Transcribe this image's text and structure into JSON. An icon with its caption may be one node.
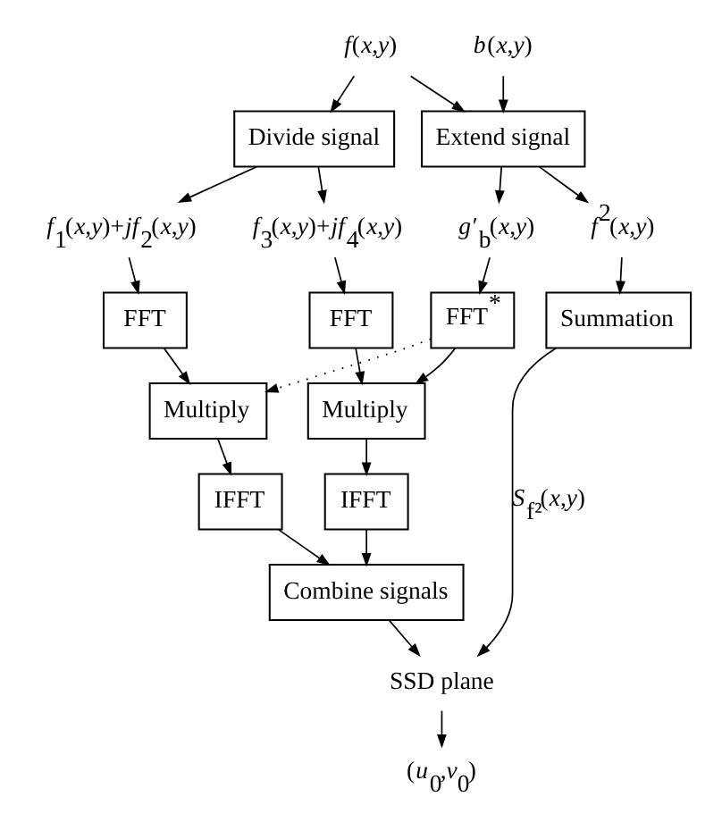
{
  "diagram": {
    "nodes": [
      {
        "text": [
          "*f*(*x*,*y*)"
        ]
      },
      {
        "text": [
          "*b*(*x*,*y*)"
        ]
      },
      {
        "text": [
          "Divide signal"
        ]
      },
      {
        "text": [
          "Extend signal"
        ]
      },
      {
        "text": [
          "*f*$_{1}$(*x*,*y*)+*jf*$_{2}$(*x*,*y*)"
        ]
      },
      {
        "text": [
          "*f*$_{3}$(*x*,*y*)+*jf*$_{4}$(*x*,*y*)"
        ]
      },
      {
        "text": [
          "*g*′$_{b}$(*x*,*y*)"
        ]
      },
      {
        "text": [
          "*f*$^{2}$(*x*,*y*)"
        ]
      },
      {
        "text": [
          "FFT"
        ]
      },
      {
        "text": [
          "FFT"
        ]
      },
      {
        "text": [
          "FFT$^{*}$"
        ]
      },
      {
        "text": [
          "Summation"
        ]
      },
      {
        "text": [
          "Multiply"
        ]
      },
      {
        "text": [
          "Multiply"
        ]
      },
      {
        "text": [
          "IFFT"
        ]
      },
      {
        "text": [
          "IFFT"
        ]
      },
      {
        "text": [
          "Combine signals"
        ]
      },
      {
        "text": [
          "SSD plane"
        ]
      },
      {
        "text": [
          "(*u*$_{0}$,*v*$_{0}$)"
        ]
      }
    ],
    "edges": [
      {
        "from": 0,
        "to": 2,
        "arrow": "to"
      },
      {
        "from": 0,
        "to": 3,
        "arrow": "to"
      },
      {
        "from": 1,
        "to": 3,
        "arrow": "to"
      },
      {
        "from": 2,
        "to": 4,
        "arrow": "to"
      },
      {
        "from": 2,
        "to": 5,
        "arrow": "to"
      },
      {
        "from": 3,
        "to": 6,
        "arrow": "to"
      },
      {
        "from": 3,
        "to": 7,
        "arrow": "to"
      },
      {
        "from": 4,
        "to": 8,
        "arrow": "to"
      },
      {
        "from": 5,
        "to": 9,
        "arrow": "to"
      },
      {
        "from": 6,
        "to": 10,
        "arrow": "to"
      },
      {
        "from": 7,
        "to": 11,
        "arrow": "to"
      },
      {
        "from": 8,
        "to": 12,
        "arrow": "to"
      },
      {
        "from": 9,
        "to": 13,
        "arrow": "to"
      },
      {
        "from": 10,
        "to": 12,
        "arrow": "to",
        "style": "dashed"
      },
      {
        "from": 10,
        "to": 13,
        "arrow": "to"
      },
      {
        "from": 12,
        "to": 14,
        "arrow": "to"
      },
      {
        "from": 13,
        "to": 15,
        "arrow": "to"
      },
      {
        "from": 14,
        "to": 16,
        "arrow": "to"
      },
      {
        "from": 15,
        "to": 16,
        "arrow": "to"
      },
      {
        "from": 16,
        "to": 17,
        "arrow": "to"
      },
      {
        "from": 11,
        "to": 17,
        "arrow": "to",
        "label": "*S*$_{f²}$(*x*,*y*)"
      },
      {
        "from": 17,
        "to": 18,
        "arrow": "to"
      }
    ]
  }
}
